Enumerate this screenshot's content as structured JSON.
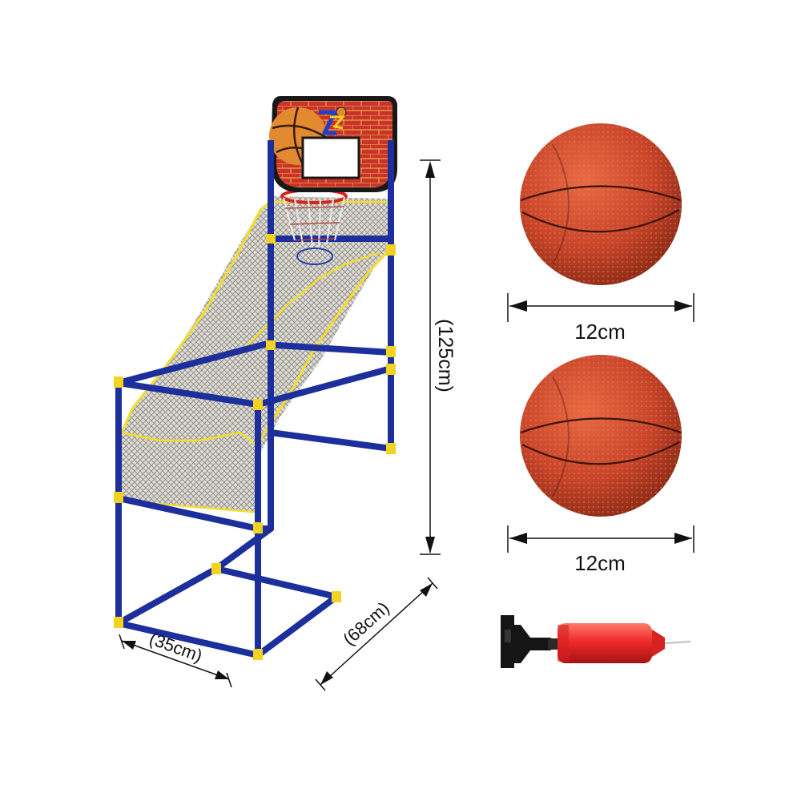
{
  "dimensions": {
    "height": "(125cm)",
    "width": "(35cm)",
    "depth": "(68cm)",
    "ball_top": "12cm",
    "ball_bottom": "12cm"
  },
  "colors": {
    "frame": "#1c2f9c",
    "frame_dark": "#142275",
    "joint": "#f2d321",
    "net_trim": "#f5dd2b",
    "net": "#8c8c86",
    "backboard_red": "#c9332a",
    "brick_line": "#e8b043",
    "ball": "#c9472a",
    "ball_dark": "#8a2d18",
    "pump_red": "#ee2a2a",
    "handle": "#151515"
  },
  "icons": {
    "logo": "basketball-logo-icon",
    "hoop": "hoop-icon",
    "ball": "basketball-icon",
    "pump": "air-pump-icon"
  }
}
